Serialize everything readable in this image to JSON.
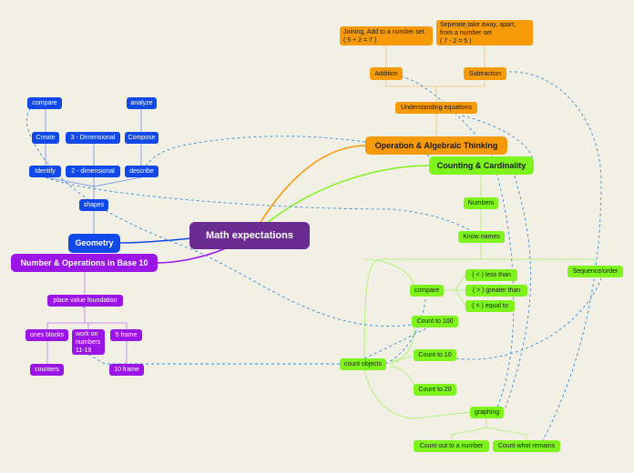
{
  "colors": {
    "background": "#f2efe5",
    "central": "#6b2c91",
    "geometry": "#1149e8",
    "base10": "#9b16e6",
    "operations": "#f79a07",
    "counting": "#7ef41c",
    "cross_link": "#3a8fd6"
  },
  "central": {
    "label": "Math expectations"
  },
  "geometry": {
    "label": "Geometry",
    "shapes": "shapes",
    "identify": "Identify",
    "two_d": "2 - dimensional",
    "describe": "describe",
    "create": "Create",
    "three_d": "3 - Dimensional",
    "compose": "Compose",
    "compare": "compare",
    "analyze": "analyze"
  },
  "base10": {
    "label": "Number & Operations in Base 10",
    "place_value": "place value foundation",
    "ones_blocks": "ones blocks",
    "work_on_numbers": "work on\nnumbers\n11-19",
    "five_frame": "5 frame",
    "counters": "counters",
    "ten_frame": "10 frame"
  },
  "operations": {
    "label": "Operation & Algebraic Thinking",
    "understanding": "Understanding equations",
    "addition": "Addition",
    "subtraction": "Subtraction",
    "joining": "Joining, Add to a number set\n( 5 + 2 = 7 )",
    "separate": "Seperate,take away, apart,\nfrom a number set\n( 7 - 2 = 5 )"
  },
  "counting": {
    "label": "Counting & Cardinality",
    "numbers": "Numbers",
    "know_names": "Know names",
    "sequence": "Sequence/order",
    "compare": "compare",
    "less_than": "( < ) less than",
    "greater_than": "( > ) greater than",
    "equal_to": "( = ) equal to",
    "count_100": "Count to 100",
    "count_10": "Count to 10",
    "count_20": "Count to 20",
    "count_objects": "count objects",
    "graphing": "graphing",
    "count_out": "Count out to a number",
    "count_remains": "Count what remains"
  }
}
